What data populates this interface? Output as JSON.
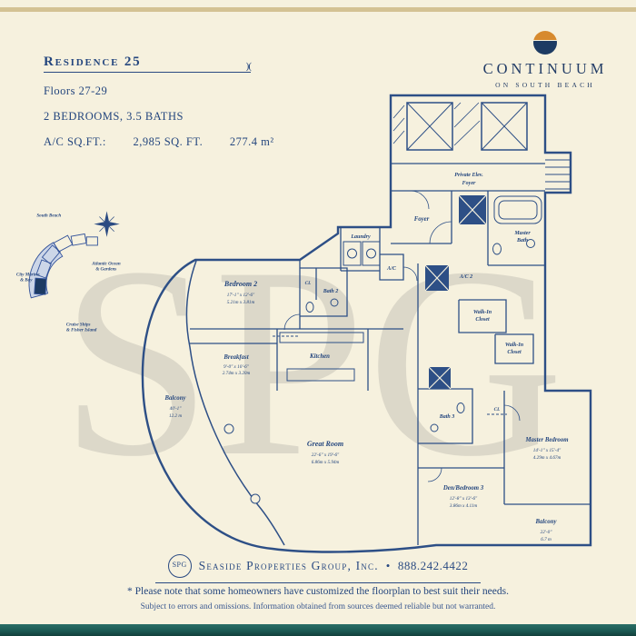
{
  "page": {
    "background": "#f6f1de",
    "top_bar_color": "#d4c293",
    "bottom_bar_color": "#1c5a54",
    "navy": "#24467e",
    "logo_orange": "#d78a2e",
    "logo_navy": "#1d3b63",
    "watermark_color": "rgba(120,120,120,0.20)"
  },
  "header": {
    "title": "Residence 25",
    "decorative_mark": ")(",
    "floors": "Floors 27-29",
    "bedrooms": "2 BEDROOMS, 3.5 BATHS",
    "sqft_label": "A/C SQ.FT.:",
    "sqft_value": "2,985 SQ. FT.",
    "sqm_value": "277.4 m²"
  },
  "brand": {
    "name": "CONTINUUM",
    "tagline": "ON SOUTH BEACH"
  },
  "site_map": {
    "label_top": "South Beach",
    "label_left_1": "City Marina",
    "label_left_2": "& Bay",
    "label_right_1": "Atlantic Ocean",
    "label_right_2": "& Gardens",
    "label_bottom_1": "Cruise Ships",
    "label_bottom_2": "& Fisher Island"
  },
  "watermark": "SPG",
  "rooms": {
    "private_foyer_1": "Private Elev.",
    "private_foyer_2": "Foyer",
    "foyer": "Foyer",
    "master_bath_1": "Master",
    "master_bath_2": "Bath",
    "laundry": "Laundry",
    "ac": "A/C",
    "ac2": "A/C 2",
    "cl": "CL",
    "cl2": "CL",
    "bath2": "Bath 2",
    "bath3": "Bath 3",
    "bedroom2": "Bedroom 2",
    "bedroom2_dim_ft": "17'-1\" x 12'-6\"",
    "bedroom2_dim_m": "5.21m x 3.81m",
    "walkin1_1": "Walk-In",
    "walkin1_2": "Closet",
    "walkin2_1": "Walk-In",
    "walkin2_2": "Closet",
    "breakfast": "Breakfast",
    "breakfast_dim_ft": "9'-0\" x 10'-6\"",
    "breakfast_dim_m": "2.74m x 3.20m",
    "kitchen": "Kitchen",
    "balcony_left": "Balcony",
    "balcony_left_dim_ft": "40'-1\"",
    "balcony_left_dim_m": "12.2 m",
    "great_room": "Great Room",
    "great_room_dim_ft": "22'-6\" x 19'-6\"",
    "great_room_dim_m": "6.86m x 5.94m",
    "master_bedroom": "Master Bedroom",
    "master_bedroom_dim_ft": "14'-1\" x 15'-4\"",
    "master_bedroom_dim_m": "4.29m x 4.67m",
    "den_bedroom3": "Den/Bedroom 3",
    "den_bedroom3_dim_ft": "12'-8\" x 13'-6\"",
    "den_bedroom3_dim_m": "3.86m x 4.11m",
    "balcony_right": "Balcony",
    "balcony_right_dim_ft": "22'-0\"",
    "balcony_right_dim_m": "6.7 m"
  },
  "footer": {
    "logo": "SPG",
    "company": "Seaside Properties Group, Inc.",
    "bullet": "•",
    "phone": "888.242.4422",
    "note1": "* Please note that some homeowners have customized the floorplan to best suit their needs.",
    "note2": "Subject to errors and omissions. Information obtained from sources deemed reliable but not warranted."
  }
}
